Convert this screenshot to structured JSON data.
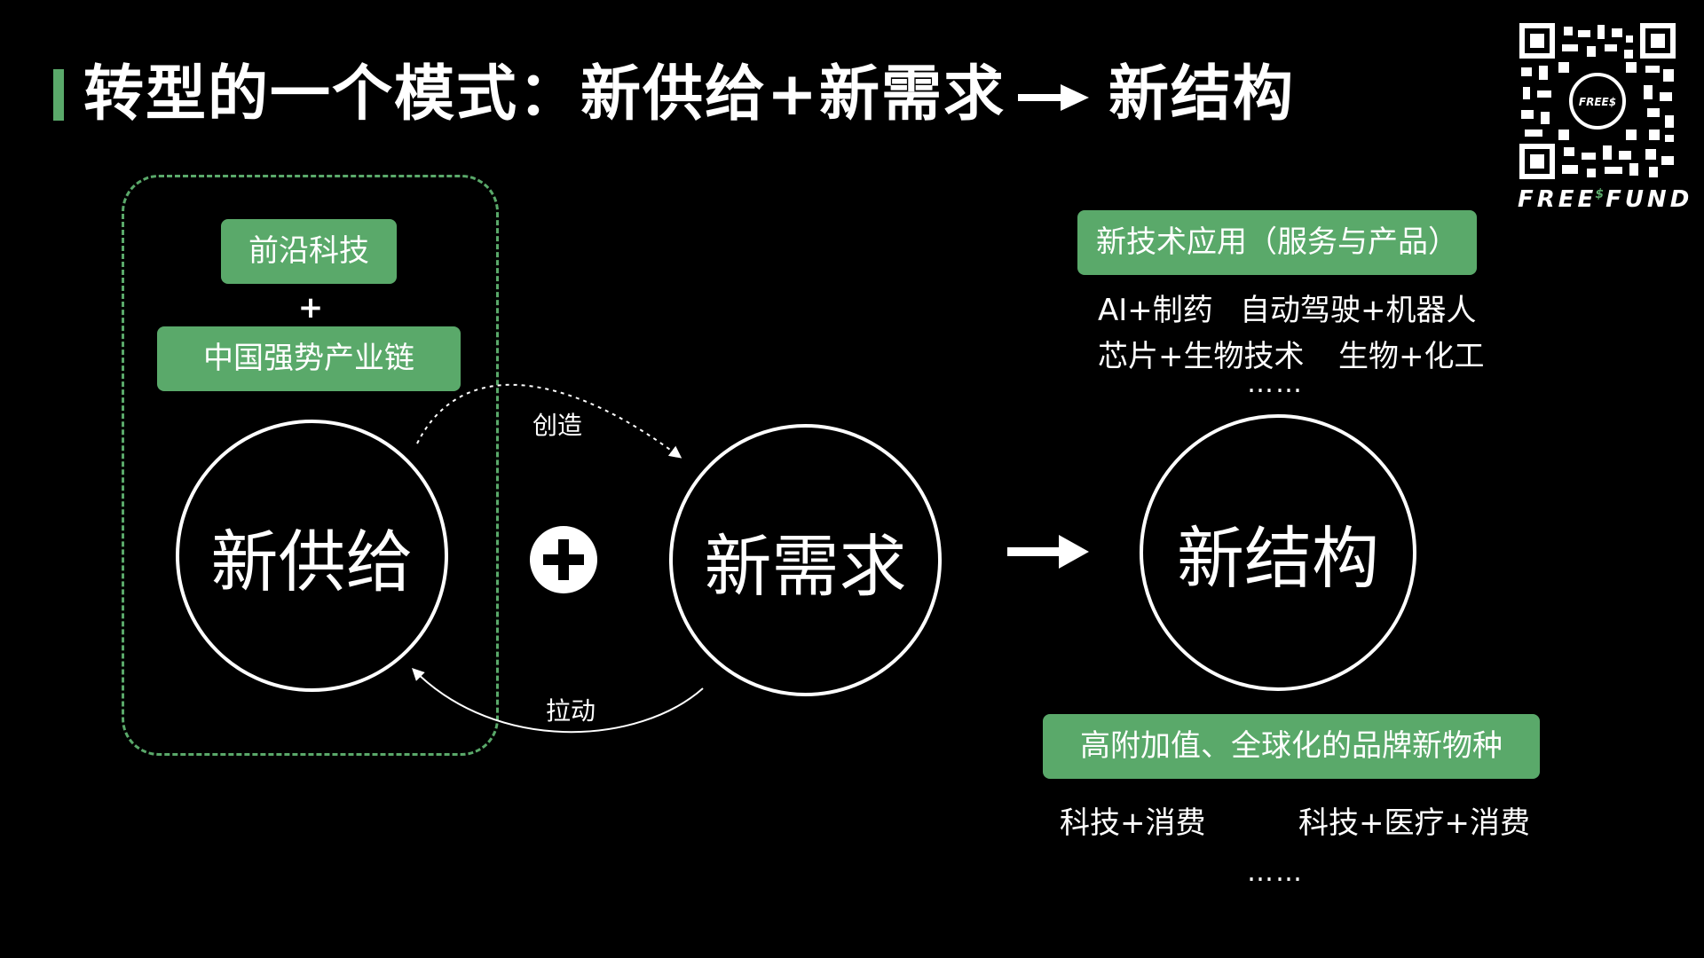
{
  "title": {
    "prefix": "转型的一个模式：新供给+新需求",
    "suffix": "新结构"
  },
  "brand": {
    "name_left": "FREE",
    "name_sup": "$",
    "name_right": "FUND",
    "qr_badge": "FREE$"
  },
  "supply_box": {
    "tag1": "前沿科技",
    "plus": "+",
    "tag2": "中国强势产业链"
  },
  "nodes": {
    "supply": "新供给",
    "demand": "新需求",
    "structure": "新结构"
  },
  "links": {
    "create": "创造",
    "pull": "拉动"
  },
  "tech_apps": {
    "header": "新技术应用（服务与产品）",
    "items": [
      "AI+制药",
      "自动驾驶+机器人",
      "芯片+生物技术",
      "生物+化工"
    ],
    "more": "……"
  },
  "brands": {
    "header": "高附加值、全球化的品牌新物种",
    "items": [
      "科技+消费",
      "科技+医疗+消费"
    ],
    "more": "……"
  },
  "colors": {
    "accent": "#5aa96a",
    "background": "#000000",
    "foreground": "#ffffff"
  }
}
